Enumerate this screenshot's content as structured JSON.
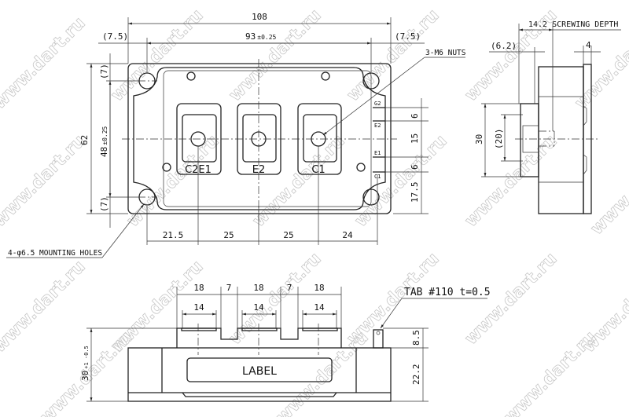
{
  "watermark": "www.dart.ru",
  "top_view": {
    "dim_width": "108",
    "dim_hole_pitch": "93",
    "dim_hole_pitch_tol": "±0.25",
    "dim_left_offset": "(7.5)",
    "dim_right_offset": "(7.5)",
    "dim_height": "62",
    "dim_hole_vpitch": "48",
    "dim_hole_vpitch_tol": "±0.25",
    "dim_top_offset": "(7)",
    "dim_bottom_offset": "(7)",
    "terminals": [
      "C2E1",
      "E2",
      "C1"
    ],
    "gate_pins": [
      "G2",
      "E2",
      "E1",
      "C1"
    ],
    "dims_right": [
      "6",
      "15",
      "6",
      "17.5"
    ],
    "dims_bottom": [
      "21.5",
      "25",
      "25",
      "24"
    ],
    "nuts_callout": "3-M6 NUTS",
    "holes_callout": "4-φ6.5 MOUNTING HOLES"
  },
  "side_view": {
    "screwing_depth": "14.2  SCREWING DEPTH",
    "dim_62": "(6.2)",
    "dim_4": "4",
    "dim_30": "30",
    "dim_20": "(20)"
  },
  "front_view": {
    "dims_18": [
      "18",
      "18",
      "18"
    ],
    "dims_7": [
      "7",
      "7"
    ],
    "dims_14": [
      "14",
      "14",
      "14"
    ],
    "label": "LABEL",
    "tab_callout": "TAB #110 t=0.5",
    "dim_85": "8.5",
    "dim_222": "22.2",
    "dim_30": "30",
    "dim_30_tol": "+1 -0.5"
  }
}
